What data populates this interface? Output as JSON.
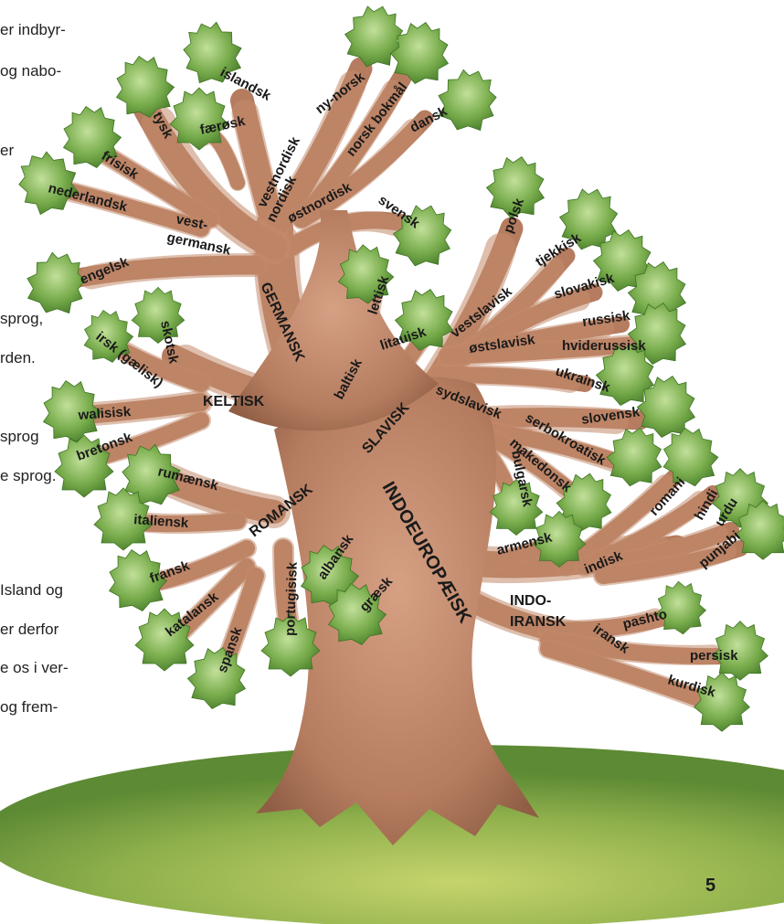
{
  "side_text": [
    "er indbyr-",
    "og nabo-",
    "er",
    "sprog,",
    "rden.",
    "sprog",
    "e sprog.",
    "Island og",
    "er derfor",
    "e os i ver-",
    "og frem-"
  ],
  "page_number": "5",
  "tree": {
    "trunk": "INDOEUROPÆISK",
    "groups": {
      "germansk": "GERMANSK",
      "keltisk": "KELTISK",
      "romansk": "ROMANSK",
      "slavisk": "SLAVISK",
      "baltisk": "baltisk",
      "indoiransk_1": "INDO-",
      "indoiransk_2": "IRANSK"
    },
    "subgroups": {
      "vestnordisk": "vestnordisk",
      "nordisk": "nordisk",
      "ostnordisk": "østnordisk",
      "vestgermansk_1": "vest-",
      "vestgermansk_2": "germansk",
      "vestslavisk": "vestslavisk",
      "ostslavisk": "østslavisk",
      "sydslavisk": "sydslavisk",
      "indisk": "indisk",
      "iransk": "iransk"
    },
    "languages": {
      "islandsk": "islandsk",
      "nynorsk": "ny-norsk",
      "norsk_bokmal": "norsk bokmål",
      "faerosk": "færøsk",
      "dansk": "dansk",
      "svensk": "svensk",
      "tysk": "tysk",
      "frisisk": "frisisk",
      "nederlandsk": "nederlandsk",
      "engelsk": "engelsk",
      "skotsk": "skotsk",
      "irsk": "irsk (gælisk)",
      "walisisk": "walisisk",
      "bretonsk": "bretonsk",
      "rumaensk": "rumænsk",
      "italiensk": "italiensk",
      "fransk": "fransk",
      "katalansk": "katalansk",
      "spansk": "spansk",
      "portugisisk": "portugisisk",
      "albansk": "albansk",
      "graesk": "græsk",
      "lettisk": "lettisk",
      "litauisk": "litauisk",
      "polsk": "polsk",
      "tjekkisk": "tjekkisk",
      "slovakisk": "slovakisk",
      "russisk": "russisk",
      "hviderussisk": "hviderussisk",
      "ukrainsk": "ukrainsk",
      "slovensk": "slovensk",
      "serbokroatisk": "serbokroatisk",
      "makedonsk": "makedonsk",
      "bulgarsk": "bulgarsk",
      "armensk": "armensk",
      "romani": "romani",
      "hindi": "hindi",
      "urdu": "urdu",
      "punjabi": "punjabi",
      "pashto": "pashto",
      "persisk": "persisk",
      "kurdisk": "kurdisk"
    }
  },
  "colors": {
    "trunk": "#b07a5e",
    "trunk_light": "#c9957a",
    "leaf": "#6fa046",
    "leaf_light": "#a8cf7c",
    "ground": "#7fa046",
    "ground_light": "#b9cf66"
  }
}
